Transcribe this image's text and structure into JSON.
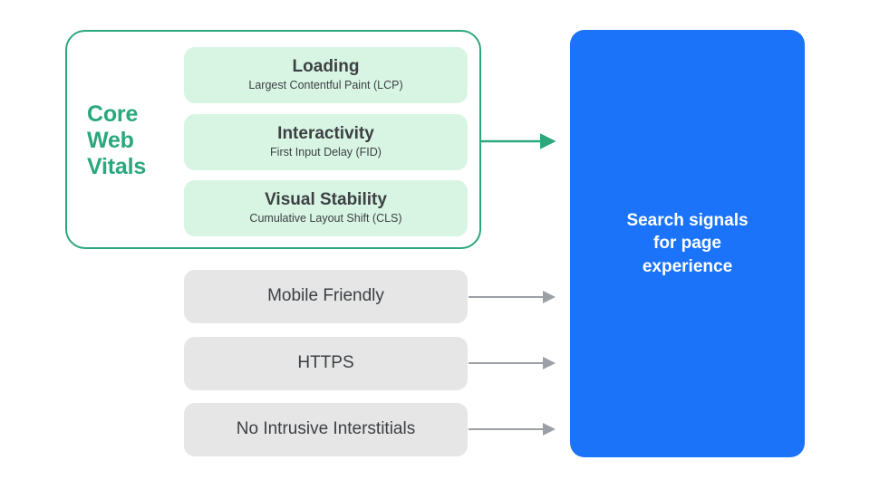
{
  "diagram": {
    "title": "Search signals for page experience",
    "colors": {
      "green_accent": "#2aa87c",
      "green_fill": "#d8f5e4",
      "gray_fill": "#e6e6e6",
      "blue_fill": "#1a73f8",
      "text_dark": "#3c4043",
      "arrow_gray": "#9aa0a6",
      "background": "#ffffff"
    },
    "core_web_vitals": {
      "group_label": "Core\nWeb\nVitals",
      "group_label_lines": [
        "Core",
        "Web",
        "Vitals"
      ],
      "metrics": [
        {
          "title": "Loading",
          "subtitle": "Largest Contentful Paint (LCP)"
        },
        {
          "title": "Interactivity",
          "subtitle": "First Input Delay (FID)"
        },
        {
          "title": "Visual Stability",
          "subtitle": "Cumulative Layout Shift (CLS)"
        }
      ]
    },
    "other_signals": [
      {
        "label": "Mobile Friendly"
      },
      {
        "label": "HTTPS"
      },
      {
        "label": "No Intrusive Interstitials"
      }
    ],
    "result": {
      "text": "Search signals\nfor page\nexperience"
    }
  }
}
